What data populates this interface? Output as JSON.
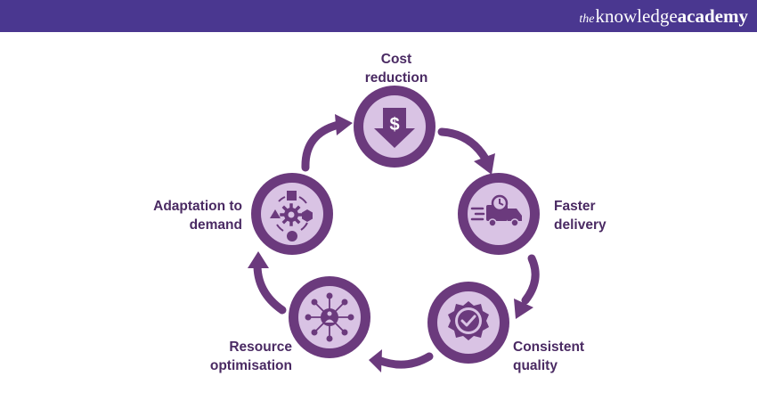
{
  "brand": {
    "prefix": "the",
    "word1": "knowledge",
    "word2": "academy"
  },
  "colors": {
    "header": "#4a3790",
    "ring": "#6b3a7d",
    "inner": "#d9c3e4",
    "icon": "#6b3a7d",
    "arrow": "#6b3a7d",
    "text": "#4a2a63"
  },
  "stages": [
    {
      "line1": "Cost",
      "line2": "reduction",
      "icon": "dollar-down-arrow-icon"
    },
    {
      "line1": "Faster",
      "line2": "delivery",
      "icon": "delivery-truck-icon"
    },
    {
      "line1": "Consistent",
      "line2": "quality",
      "icon": "quality-badge-check-icon"
    },
    {
      "line1": "Resource",
      "line2": "optimisation",
      "icon": "resource-network-icon"
    },
    {
      "line1": "Adaptation to",
      "line2": "demand",
      "icon": "shapes-cycle-gear-icon"
    }
  ]
}
